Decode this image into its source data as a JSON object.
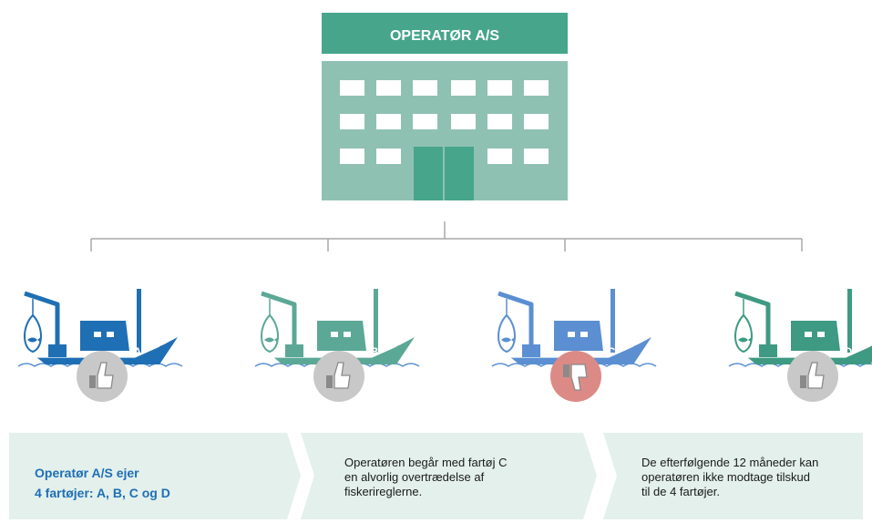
{
  "operator": {
    "title": "OPERATØR A/S",
    "header_color": "#47a58c",
    "building_color": "#8fc1b3",
    "door_color": "#47a58c"
  },
  "vessels": [
    {
      "letter": "A",
      "color": "#1f6fb5",
      "status": "thumbs-up",
      "badge_color": "#c8c8c8"
    },
    {
      "letter": "B",
      "color": "#5ba896",
      "status": "thumbs-up",
      "badge_color": "#c8c8c8"
    },
    {
      "letter": "C",
      "color": "#5b8fd1",
      "status": "thumbs-down",
      "badge_color": "#dc8a85"
    },
    {
      "letter": "D",
      "color": "#3e9a82",
      "status": "thumbs-up",
      "badge_color": "#c8c8c8"
    }
  ],
  "steps": [
    {
      "lines": [
        "Operatør A/S ejer",
        "4 fartøjer: A, B, C og D"
      ]
    },
    {
      "lines": [
        "Operatøren begår med fartøj C",
        "en alvorlig overtrædelse af",
        "fiskerireglerne."
      ]
    },
    {
      "lines": [
        "De efterfølgende 12 måneder kan",
        "operatøren ikke modtage tilskud",
        "til de 4 fartøjer."
      ]
    }
  ],
  "colors": {
    "step_bg": "#e3f0ec",
    "connector": "#a8a8a8",
    "water": "#5b8fd1",
    "thumb": "#8a8a8a"
  }
}
